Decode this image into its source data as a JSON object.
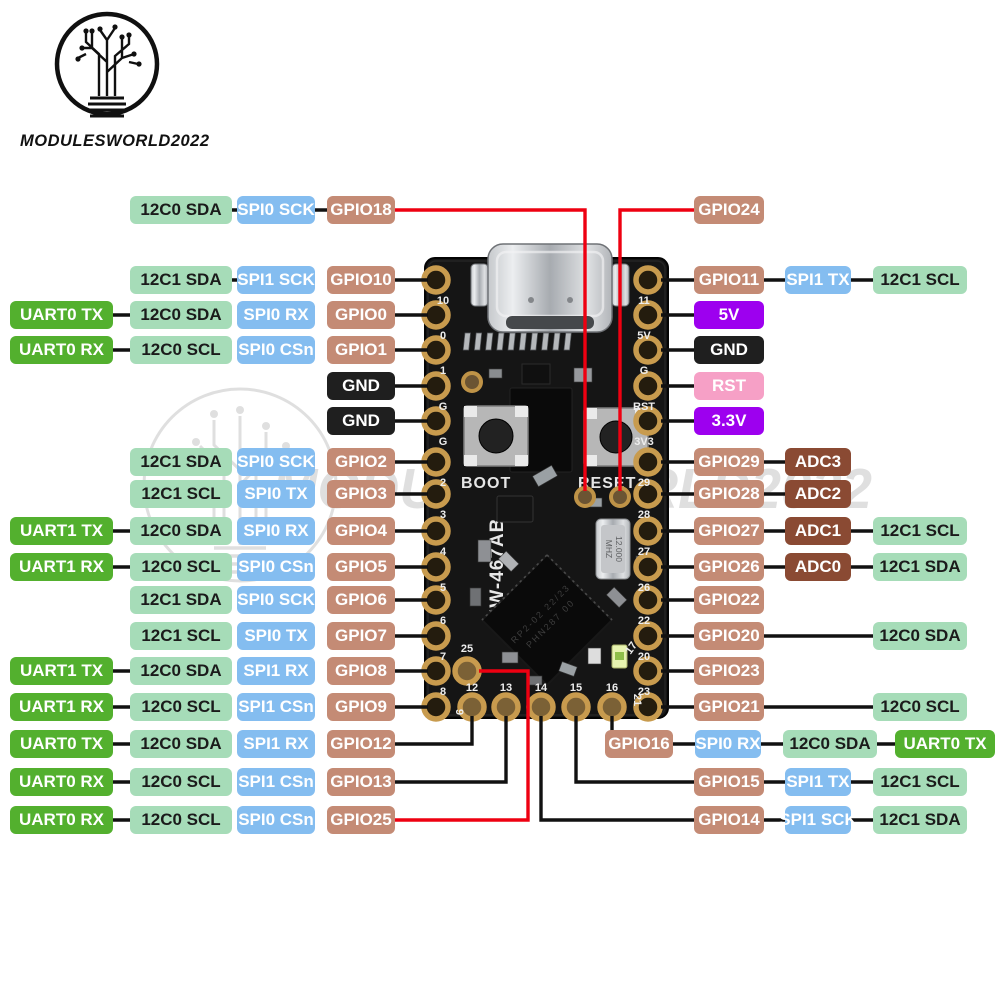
{
  "brand": {
    "logo_text": "MODULESWORLD2022",
    "watermark_text": "MODULESWORLD2022"
  },
  "board": {
    "name": "HW-467AB",
    "boot_label": "BOOT",
    "reset_label": "RESET",
    "chip_line1": "RP2-02  22/23",
    "chip_line2": "PHN287 00",
    "crystal_value": "12.000",
    "crystal_unit": "MHZ",
    "left_pin_numbers": [
      "10",
      "0",
      "1",
      "G",
      "G",
      "2",
      "3",
      "4",
      "5",
      "6",
      "7",
      "8",
      "9"
    ],
    "right_pin_numbers": [
      "11",
      "5V",
      "G",
      "RST",
      "3V3",
      "29",
      "28",
      "27",
      "26",
      "22",
      "20",
      "23",
      "21"
    ],
    "bottom_pin_numbers": [
      "25",
      "12",
      "13",
      "14",
      "15",
      "16"
    ],
    "led_pin_number": "17"
  },
  "colors": {
    "i2c_bg": "#a6dcb8",
    "i2c_text": "#1b1b1b",
    "uart_bg": "#53b02e",
    "uart_text": "#ffffff",
    "spi_bg": "#84bdf0",
    "spi_text": "#ffffff",
    "gpio_bg": "#c48b75",
    "gpio_text": "#ffffff",
    "adc_bg": "#8a4a33",
    "adc_text": "#ffffff",
    "gnd_bg": "#1f1f1f",
    "gnd_text": "#ffffff",
    "power_bg": "#9d00ef",
    "power_text": "#ffffff",
    "rst_bg": "#f6a0c6",
    "rst_text": "#ffffff",
    "wire": "#111111",
    "wire_red": "#ee0011"
  },
  "pinout": {
    "left_rows": [
      {
        "cells": [
          {
            "t": "12C0 SDA",
            "c": "i2c"
          },
          {
            "t": "SPI0 SCK",
            "c": "spi"
          },
          {
            "t": "GPIO18",
            "c": "gpio"
          }
        ]
      },
      {
        "cells": [
          {
            "t": "12C1 SDA",
            "c": "i2c"
          },
          {
            "t": "SPI1 SCK",
            "c": "spi"
          },
          {
            "t": "GPIO10",
            "c": "gpio"
          }
        ]
      },
      {
        "cells": [
          {
            "t": "UART0 TX",
            "c": "uart"
          },
          {
            "t": "12C0 SDA",
            "c": "i2c"
          },
          {
            "t": "SPI0 RX",
            "c": "spi"
          },
          {
            "t": "GPIO0",
            "c": "gpio"
          }
        ]
      },
      {
        "cells": [
          {
            "t": "UART0 RX",
            "c": "uart"
          },
          {
            "t": "12C0 SCL",
            "c": "i2c"
          },
          {
            "t": "SPI0 CSn",
            "c": "spi"
          },
          {
            "t": "GPIO1",
            "c": "gpio"
          }
        ]
      },
      {
        "cells": [
          {
            "t": "GND",
            "c": "gnd"
          }
        ]
      },
      {
        "cells": [
          {
            "t": "GND",
            "c": "gnd"
          }
        ]
      },
      {
        "cells": [
          {
            "t": "12C1 SDA",
            "c": "i2c"
          },
          {
            "t": "SPI0 SCK",
            "c": "spi"
          },
          {
            "t": "GPIO2",
            "c": "gpio"
          }
        ]
      },
      {
        "cells": [
          {
            "t": "12C1 SCL",
            "c": "i2c"
          },
          {
            "t": "SPI0 TX",
            "c": "spi"
          },
          {
            "t": "GPIO3",
            "c": "gpio"
          }
        ]
      },
      {
        "cells": [
          {
            "t": "UART1 TX",
            "c": "uart"
          },
          {
            "t": "12C0 SDA",
            "c": "i2c"
          },
          {
            "t": "SPI0 RX",
            "c": "spi"
          },
          {
            "t": "GPIO4",
            "c": "gpio"
          }
        ]
      },
      {
        "cells": [
          {
            "t": "UART1 RX",
            "c": "uart"
          },
          {
            "t": "12C0 SCL",
            "c": "i2c"
          },
          {
            "t": "SPI0 CSn",
            "c": "spi"
          },
          {
            "t": "GPIO5",
            "c": "gpio"
          }
        ]
      },
      {
        "cells": [
          {
            "t": "12C1 SDA",
            "c": "i2c"
          },
          {
            "t": "SPI0 SCK",
            "c": "spi"
          },
          {
            "t": "GPIO6",
            "c": "gpio"
          }
        ]
      },
      {
        "cells": [
          {
            "t": "12C1 SCL",
            "c": "i2c"
          },
          {
            "t": "SPI0 TX",
            "c": "spi"
          },
          {
            "t": "GPIO7",
            "c": "gpio"
          }
        ]
      },
      {
        "cells": [
          {
            "t": "UART1 TX",
            "c": "uart"
          },
          {
            "t": "12C0 SDA",
            "c": "i2c"
          },
          {
            "t": "SPI1 RX",
            "c": "spi"
          },
          {
            "t": "GPIO8",
            "c": "gpio"
          }
        ]
      },
      {
        "cells": [
          {
            "t": "UART1 RX",
            "c": "uart"
          },
          {
            "t": "12C0 SCL",
            "c": "i2c"
          },
          {
            "t": "SPI1 CSn",
            "c": "spi"
          },
          {
            "t": "GPIO9",
            "c": "gpio"
          }
        ]
      },
      {
        "cells": [
          {
            "t": "UART0 TX",
            "c": "uart"
          },
          {
            "t": "12C0 SDA",
            "c": "i2c"
          },
          {
            "t": "SPI1 RX",
            "c": "spi"
          },
          {
            "t": "GPIO12",
            "c": "gpio"
          }
        ]
      },
      {
        "cells": [
          {
            "t": "UART0 RX",
            "c": "uart"
          },
          {
            "t": "12C0 SCL",
            "c": "i2c"
          },
          {
            "t": "SPI1 CSn",
            "c": "spi"
          },
          {
            "t": "GPIO13",
            "c": "gpio"
          }
        ]
      },
      {
        "cells": [
          {
            "t": "UART0 RX",
            "c": "uart"
          },
          {
            "t": "12C0 SCL",
            "c": "i2c"
          },
          {
            "t": "SPI0 CSn",
            "c": "spi"
          },
          {
            "t": "GPIO25",
            "c": "gpio"
          }
        ]
      }
    ],
    "right_rows": [
      {
        "cells": [
          {
            "t": "GPIO24",
            "c": "gpio",
            "col": 0
          }
        ]
      },
      {
        "cells": [
          {
            "t": "GPIO11",
            "c": "gpio",
            "col": 0
          },
          {
            "t": "SPI1 TX",
            "c": "spi",
            "col": 1
          },
          {
            "t": "12C1 SCL",
            "c": "i2c",
            "col": 2
          }
        ]
      },
      {
        "cells": [
          {
            "t": "5V",
            "c": "power",
            "col": 0
          }
        ]
      },
      {
        "cells": [
          {
            "t": "GND",
            "c": "gnd",
            "col": 0
          }
        ]
      },
      {
        "cells": [
          {
            "t": "RST",
            "c": "rst",
            "col": 0
          }
        ]
      },
      {
        "cells": [
          {
            "t": "3.3V",
            "c": "power",
            "col": 0
          }
        ]
      },
      {
        "cells": [
          {
            "t": "GPIO29",
            "c": "gpio",
            "col": 0
          },
          {
            "t": "ADC3",
            "c": "adc",
            "col": 1
          }
        ]
      },
      {
        "cells": [
          {
            "t": "GPIO28",
            "c": "gpio",
            "col": 0
          },
          {
            "t": "ADC2",
            "c": "adc",
            "col": 1
          }
        ]
      },
      {
        "cells": [
          {
            "t": "GPIO27",
            "c": "gpio",
            "col": 0
          },
          {
            "t": "ADC1",
            "c": "adc",
            "col": 1
          },
          {
            "t": "12C1 SCL",
            "c": "i2c",
            "col": 2
          }
        ]
      },
      {
        "cells": [
          {
            "t": "GPIO26",
            "c": "gpio",
            "col": 0
          },
          {
            "t": "ADC0",
            "c": "adc",
            "col": 1
          },
          {
            "t": "12C1 SDA",
            "c": "i2c",
            "col": 2
          }
        ]
      },
      {
        "cells": [
          {
            "t": "GPIO22",
            "c": "gpio",
            "col": 0
          }
        ]
      },
      {
        "cells": [
          {
            "t": "GPIO20",
            "c": "gpio",
            "col": 0
          },
          {
            "t": "12C0 SDA",
            "c": "i2c",
            "col": 2
          }
        ]
      },
      {
        "cells": [
          {
            "t": "GPIO23",
            "c": "gpio",
            "col": 0
          }
        ]
      },
      {
        "cells": [
          {
            "t": "GPIO21",
            "c": "gpio",
            "col": 0
          },
          {
            "t": "12C0 SCL",
            "c": "i2c",
            "col": 2
          }
        ]
      },
      {
        "cells": [
          {
            "t": "GPIO16",
            "c": "gpio",
            "col": 0
          },
          {
            "t": "SPI0 RX",
            "c": "spi",
            "col": 1
          },
          {
            "t": "12C0 SDA",
            "c": "i2c",
            "col": 2
          },
          {
            "t": "UART0 TX",
            "c": "uart",
            "col": 3
          }
        ]
      },
      {
        "cells": [
          {
            "t": "GPIO15",
            "c": "gpio",
            "col": 0
          },
          {
            "t": "SPI1 TX",
            "c": "spi",
            "col": 1
          },
          {
            "t": "12C1 SCL",
            "c": "i2c",
            "col": 2
          }
        ]
      },
      {
        "cells": [
          {
            "t": "GPIO14",
            "c": "gpio",
            "col": 0
          },
          {
            "t": "SPI1 SCK",
            "c": "spi",
            "col": 1
          },
          {
            "t": "12C1 SDA",
            "c": "i2c",
            "col": 2
          }
        ]
      }
    ]
  }
}
